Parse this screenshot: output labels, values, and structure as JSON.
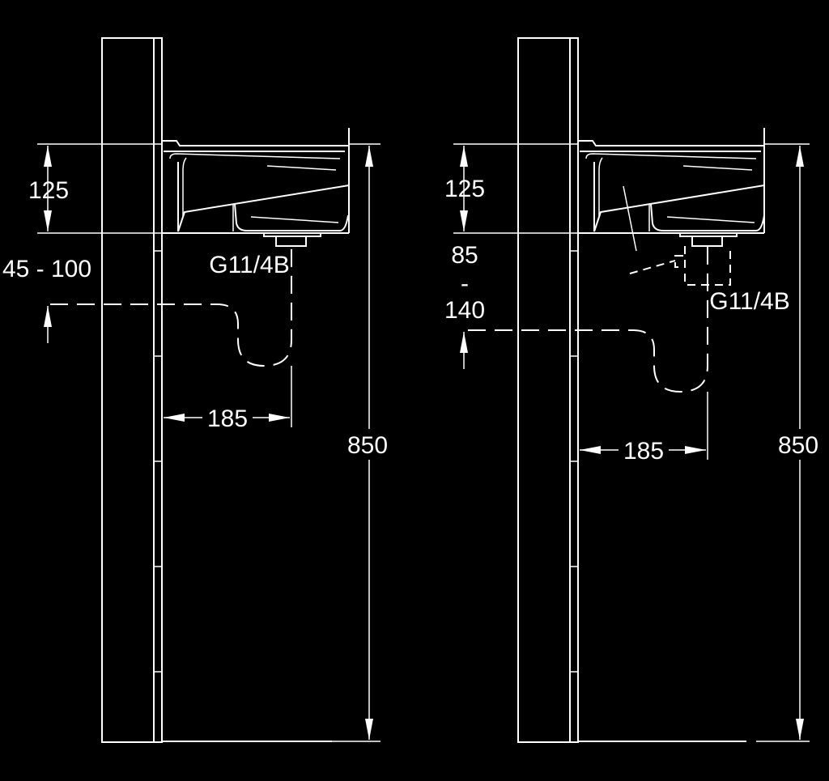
{
  "left_view": {
    "dim_top": "125",
    "dim_range": "45 - 100",
    "thread": "G11/4B",
    "dim_offset": "185",
    "dim_height": "850"
  },
  "right_view": {
    "dim_top": "125",
    "dim_range_min": "85",
    "dim_range_sep": "-",
    "dim_range_max": "140",
    "thread": "G11/4B",
    "dim_offset": "185",
    "dim_height": "850"
  },
  "colors": {
    "background": "#000000",
    "lines": "#ffffff"
  }
}
